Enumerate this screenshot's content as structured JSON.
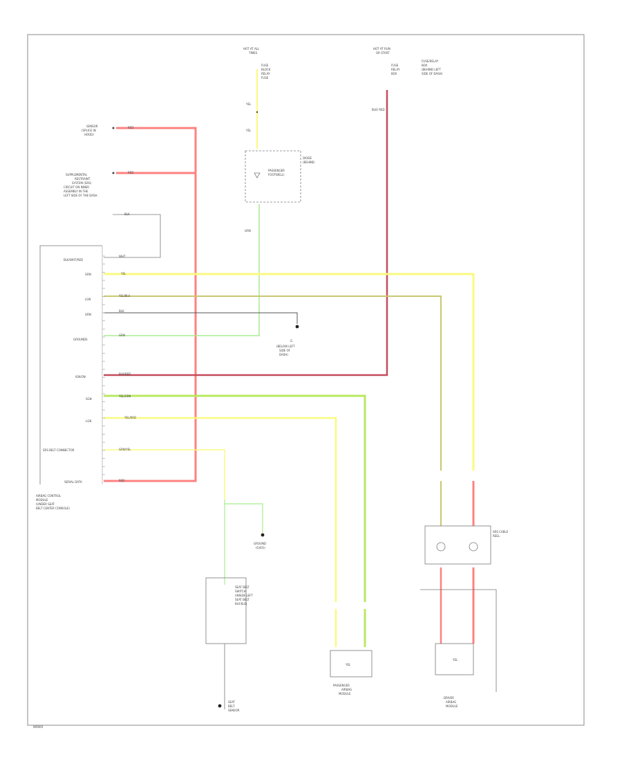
{
  "top": {
    "hot_at_all_times_left": "HOT AT ALL",
    "hot_at_all_times_left2": "TIMES",
    "hot_at_run_right": "HOT AT RUN",
    "hot_at_run_right2": "OR START",
    "fuse_left": [
      "FUSE",
      "BLOCK",
      "RELAY",
      "FUSE"
    ],
    "fuse_right": [
      "FUSE",
      "RELAY",
      "BOX"
    ],
    "fuse_right_side": [
      "FUSE/RELAY",
      "BOX",
      "(BEHIND LEFT",
      "SIDE OF DASH)"
    ]
  },
  "left_labels": {
    "module_top": [
      "SENSOR",
      "(SPLICE IN",
      "HOOD)"
    ],
    "connector_note": [
      "SUPPLEMENTAL",
      "RESTRAINT",
      "SYSTEM (SRS)",
      "CIRCUIT ON INNER",
      "ASSEMBLY IN THE",
      "LEFT SIDE OF THE DASH"
    ],
    "pin_labels": [
      "BLK/WHT/RED",
      "GRN",
      "LGN",
      "GRN",
      "GROUNDS",
      "IGN/ON",
      "SGN",
      "LGN",
      "SRS BELT CONNECTOR",
      "SERIAL DATA"
    ],
    "module_name": [
      "AIRBAG CONTROL",
      "MODULE",
      "(UNDER SEAT",
      "BELT CENTER CONSOLE)"
    ]
  },
  "wire_labels": {
    "red_top": "RED",
    "red_mid": "RED",
    "blk_top": "BLK",
    "wht": "WHT",
    "yel": "YEL",
    "yel_blu": "YEL/BLU",
    "blk": "BLK",
    "grn": "GRN",
    "blk_red": "BLK/RED",
    "yel_grn": "YEL/GRN",
    "yel_red": "YEL/RED",
    "grn_yel": "GRN/YEL",
    "red_bottom": "RED",
    "yel_top_center": "YEL",
    "yel_center2": "YEL",
    "grn_center": "GRN",
    "blk_red_right": "BLK/ RED"
  },
  "components": {
    "diode_box": [
      "DIODE",
      "(BEHIND",
      "PASSENGER",
      "FOOTWELL)"
    ],
    "ground_g201": [
      "G",
      "(BELOW LEFT",
      "SIDE OF",
      "DASH)"
    ],
    "cable_reel": [
      "SRS CABLE",
      "REEL"
    ],
    "passenger_airbag": [
      "PASSENGER",
      "AIRBAG",
      "MODULE"
    ],
    "driver_airbag": [
      "DRIVER",
      "AIRBAG",
      "MODULE"
    ],
    "belt_switch": [
      "SEAT BELT",
      "SWITCH",
      "(INSIDE LEFT",
      "SEAT BELT",
      "BUCKLE)"
    ],
    "belt_ground": [
      "GROUND",
      "(G401)"
    ],
    "belt_sensor": [
      "SEAT",
      "BELT",
      "SENSOR"
    ],
    "passenger_seg": "YEL",
    "driver_seg": "YEL"
  },
  "footer": {
    "code": "W0000"
  },
  "colors": {
    "red": "#ff8080",
    "dark_red": "#c44b5a",
    "yellow": "#fafa80",
    "olive": "#c8c870",
    "green": "#a8ec90",
    "lime": "#b8e860",
    "black": "#555555"
  }
}
